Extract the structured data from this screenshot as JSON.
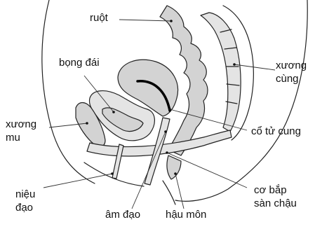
{
  "labels": {
    "intestine": "ruột",
    "bladder": "bọng đái",
    "sacrum": [
      "xương",
      "cùng"
    ],
    "pubic_bone": [
      "xương",
      "mu"
    ],
    "cervix": "cổ tử cung",
    "urethra": [
      "niệu",
      "đạo"
    ],
    "vagina": "âm đạo",
    "anus": "hậu môn",
    "pelvic_floor_muscle": [
      "cơ bắp",
      "sàn chậu"
    ]
  },
  "colors": {
    "organ_fill": "#d3d3d3",
    "organ_fill_light": "#e4e4e4",
    "outline": "#222222",
    "uterus_line": "#000000"
  }
}
